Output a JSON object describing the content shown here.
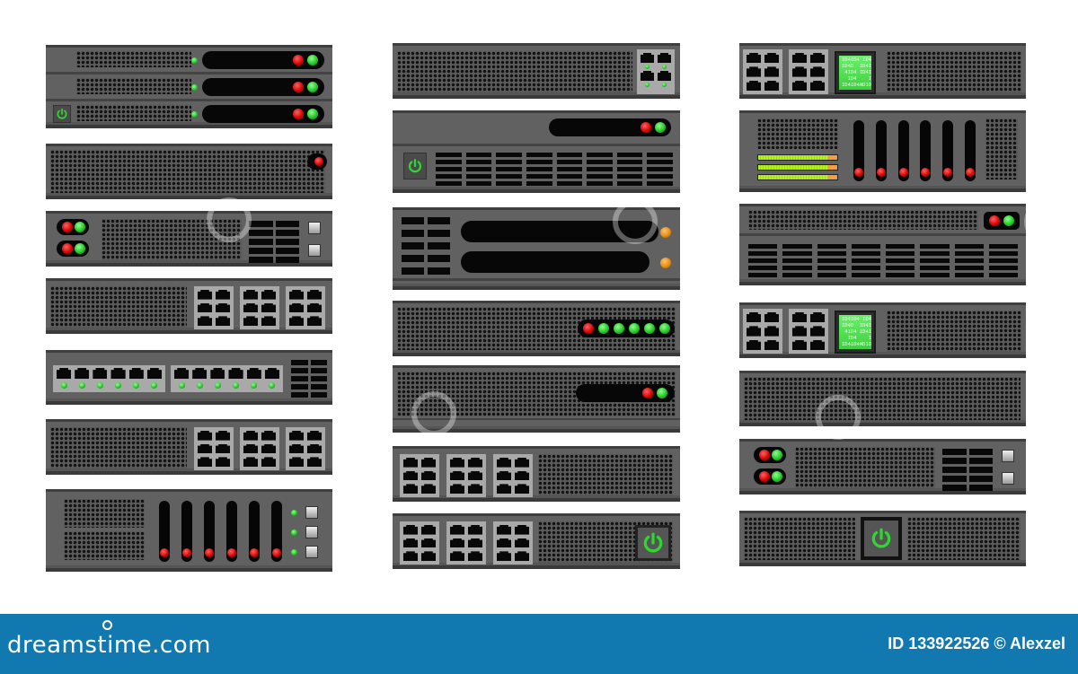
{
  "image": {
    "description": "Vector illustration of rack-mount server, switch and storage units in three columns",
    "background": "#ffffff",
    "unit_color": "#616161",
    "accent_colors": {
      "led_red": "#d00000",
      "led_green": "#1fc21f",
      "led_orange": "#e08a10",
      "lcd_green": "#4fdf4f",
      "footer_blue": "#1279b0"
    }
  },
  "columns": [
    {
      "name": "left",
      "units": [
        {
          "type": "3-tier server",
          "features": [
            "power-button",
            "3 drive pills",
            "6 leds"
          ]
        },
        {
          "type": "vent panel",
          "features": [
            "red-led"
          ]
        },
        {
          "type": "1U server",
          "features": [
            "2 led pods",
            "vent",
            "slots",
            "2 buttons"
          ]
        },
        {
          "type": "patch panel",
          "features": [
            "vent",
            "3 port blocks"
          ]
        },
        {
          "type": "network switch",
          "features": [
            "12 ports",
            "12 leds",
            "slots"
          ]
        },
        {
          "type": "patch panel",
          "features": [
            "vent",
            "3 port blocks"
          ]
        },
        {
          "type": "3U storage",
          "features": [
            "vents",
            "6 drive bays",
            "3 leds",
            "3 buttons"
          ]
        }
      ]
    },
    {
      "name": "middle",
      "units": [
        {
          "type": "1U switch",
          "features": [
            "vent",
            "4 ports with leds"
          ]
        },
        {
          "type": "2U server",
          "features": [
            "drive pill",
            "power-button",
            "slots"
          ]
        },
        {
          "type": "2U storage",
          "features": [
            "slots",
            "2 drive bays",
            "2 orange leds"
          ]
        },
        {
          "type": "1U server",
          "features": [
            "vent",
            "6-led strip"
          ]
        },
        {
          "type": "1U server",
          "features": [
            "vent",
            "drive pill",
            "lower band"
          ]
        },
        {
          "type": "patch panel",
          "features": [
            "3 port blocks",
            "vent"
          ]
        },
        {
          "type": "patch panel",
          "features": [
            "3 port blocks",
            "vent",
            "power-button"
          ]
        }
      ]
    },
    {
      "name": "right",
      "units": [
        {
          "type": "1U appliance",
          "features": [
            "2 port blocks",
            "lcd",
            "vent"
          ]
        },
        {
          "type": "2U storage",
          "features": [
            "vent",
            "3 level meters",
            "6 drive bays",
            "vent"
          ]
        },
        {
          "type": "2U server",
          "features": [
            "vent",
            "led pod",
            "slots"
          ]
        },
        {
          "type": "1U appliance",
          "features": [
            "2 port blocks",
            "lcd",
            "vent"
          ]
        },
        {
          "type": "vent panel",
          "features": []
        },
        {
          "type": "1U server",
          "features": [
            "2 led pods",
            "vent",
            "slots",
            "2 buttons"
          ]
        },
        {
          "type": "1U server",
          "features": [
            "vent",
            "power-button",
            "vent"
          ]
        }
      ]
    }
  ],
  "lcd": {
    "lines": [
      "ID4ID4 ID4ID4",
      "ID4D  ID4ID4",
      " 4ID4 ID4ID4",
      "  ID4    ID4",
      "ID4ID4ND1DQ0"
    ]
  },
  "footer": {
    "brand": "dreamstime.com",
    "credit": "ID 133922526 © Alexzel"
  }
}
